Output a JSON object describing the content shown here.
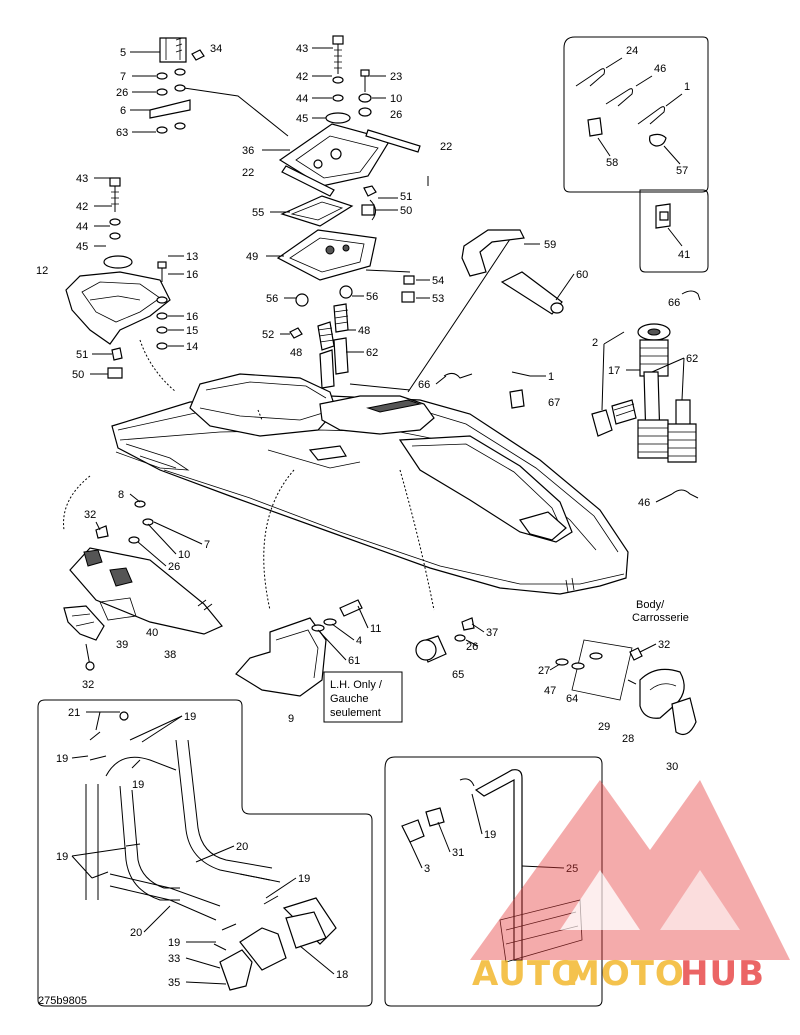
{
  "diagram_id": "275b9805",
  "notes": {
    "lh_only": [
      "L.H. Only /",
      "Gauche",
      "seulement"
    ],
    "body": [
      "Body/",
      "Carrosserie"
    ]
  },
  "labels": {
    "l5": "5",
    "l34": "34",
    "l7a": "7",
    "l26a": "26",
    "l6": "6",
    "l63": "63",
    "l43a": "43",
    "l42a": "42",
    "l23": "23",
    "l44a": "44",
    "l10a": "10",
    "l45a": "45",
    "l26b": "26",
    "l22a": "22",
    "l36": "36",
    "l22b": "22",
    "l51a": "51",
    "l50a": "50",
    "l55": "55",
    "l49": "49",
    "l54": "54",
    "l53": "53",
    "l56a": "56",
    "l56b": "56",
    "l48a": "48",
    "l52": "52",
    "l48b": "48",
    "l62a": "62",
    "l43b": "43",
    "l42b": "42",
    "l44b": "44",
    "l45b": "45",
    "l12": "12",
    "l13": "13",
    "l16a": "16",
    "l16b": "16",
    "l15": "15",
    "l14": "14",
    "l51b": "51",
    "l50b": "50",
    "l24": "24",
    "l46a": "46",
    "l1a": "1",
    "l58": "58",
    "l57": "57",
    "l41": "41",
    "l59": "59",
    "l60": "60",
    "l66a": "66",
    "l2": "2",
    "l17": "17",
    "l62b": "62",
    "l66b": "66",
    "l1b": "1",
    "l67": "67",
    "l46b": "46",
    "l8": "8",
    "l32a": "32",
    "l7b": "7",
    "l10b": "10",
    "l26c": "26",
    "l39": "39",
    "l40": "40",
    "l38": "38",
    "l32b": "32",
    "l11": "11",
    "l4": "4",
    "l61": "61",
    "l9": "9",
    "l37": "37",
    "l26d": "26",
    "l65": "65",
    "l32c": "32",
    "l27": "27",
    "l47": "47",
    "l64": "64",
    "l29": "29",
    "l28": "28",
    "l30": "30",
    "l21": "21",
    "l19a": "19",
    "l19b": "19",
    "l19c": "19",
    "l20a": "20",
    "l19d": "19",
    "l19e": "19",
    "l20b": "20",
    "l19f": "19",
    "l33": "33",
    "l35": "35",
    "l18": "18",
    "l19g": "19",
    "l31": "31",
    "l3": "3",
    "l25": "25"
  },
  "watermark": {
    "brand_a": "AUTO",
    "brand_b": "MOTO",
    "brand_c": "HUB",
    "color_red": "#e63a3a",
    "color_gold": "#f2b21c"
  }
}
